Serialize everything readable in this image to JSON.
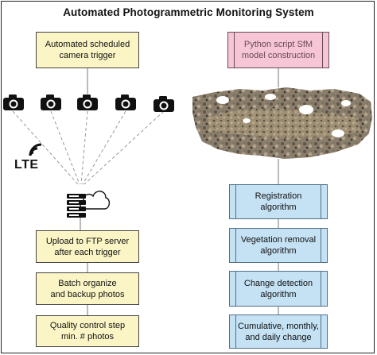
{
  "title": "Automated Photogrammetric Monitoring System",
  "left_column": {
    "trigger": "Automated scheduled\ncamera trigger",
    "lte_label": "LTE",
    "steps": [
      "Upload to FTP server\nafter each trigger",
      "Batch organize\nand backup photos",
      "Quality control step\nmin. # photos"
    ]
  },
  "right_column": {
    "script": "Python script SfM\nmodel construction",
    "steps": [
      "Registration\nalgorithm",
      "Vegetation removal\nalgorithm",
      "Change detection\nalgorithm",
      "Cumulative, monthly,\nand daily change"
    ]
  },
  "icons": [
    "camera-icon",
    "wifi-signal-icon",
    "server-icon",
    "cloud-icon",
    "point-cloud-model-image"
  ]
}
